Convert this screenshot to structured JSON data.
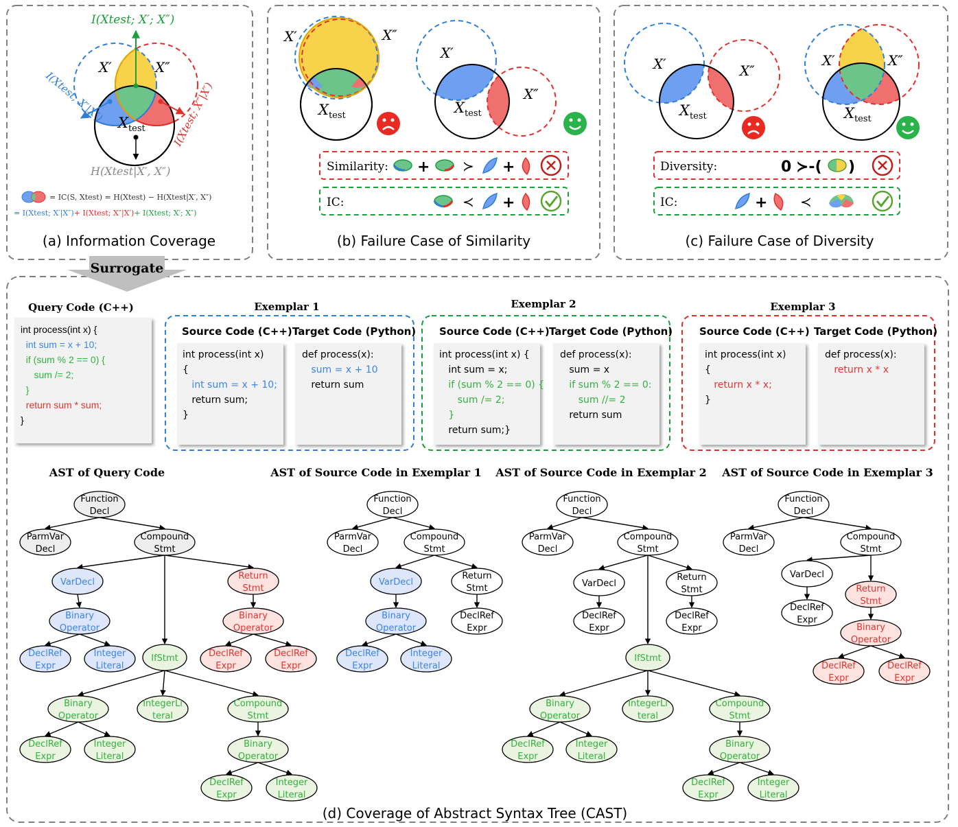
{
  "colors": {
    "blue": "#2e7fd8",
    "blue_fill": "#6f9ff0",
    "green": "#1a9f3a",
    "green_fill": "#6cc48a",
    "red": "#e0302c",
    "red_fill": "#f07070",
    "yellow_fill": "#f8d24a",
    "gray": "#9a9a9a",
    "frame": "#808080",
    "node_blue": "#dde6fb",
    "node_red": "#fde3e0",
    "node_green": "#eaf4e0",
    "node_gray": "#eeeeee",
    "text_blue": "#3a85e8",
    "text_red": "#e33530",
    "text_green": "#33b13e"
  },
  "panel_a": {
    "caption": "(a) Information Coverage",
    "label_xprime": "X′",
    "label_xdprime": "X″",
    "label_xtest": "X",
    "label_xtest_sub": "test",
    "label_i_common": "I(Xtest; X′; X″)",
    "label_i_blue": "I(Xtest; X′|X″)",
    "label_i_red": "I(Xtest; X″|X′)",
    "label_h": "H(Xtest|X′, X″)",
    "eq_line1": "= IC(S, Xtest) = H(Xtest) − H(Xtest|X′, X″)",
    "eq_line2_blue": "= I(Xtest; X′|X″)",
    "eq_line2_red": "+ I(Xtest; X″|X′)",
    "eq_line2_green": "+ I(Xtest; X′; X″)"
  },
  "panel_b": {
    "caption": "(b) Failure Case of Similarity",
    "label_xprime": "X′",
    "label_xdprime": "X″",
    "label_xtest": "X",
    "label_xtest_sub": "test",
    "similarity_label": "Similarity:",
    "ic_label": "IC:",
    "plus": "+",
    "succ": "≻",
    "prec": "≺"
  },
  "panel_c": {
    "caption": "(c) Failure Case of Diversity",
    "label_xprime": "X′",
    "label_xdprime": "X″",
    "label_xtest": "X",
    "label_xtest_sub": "test",
    "diversity_label": "Diversity:",
    "ic_label": "IC:",
    "zero": "0",
    "succ_minus": "≻-(",
    "close_paren": ")",
    "plus": "+",
    "prec": "≺"
  },
  "surrogate_label": "Surrogate",
  "panel_d": {
    "caption": "(d) Coverage of Abstract Syntax Tree  (CAST)",
    "query_title": "Query Code (C++)",
    "query_code": [
      "int process(int x) {",
      "  int sum = x + 10;",
      "  if (sum % 2 == 0) {",
      "     sum /= 2;",
      "  }",
      "  return sum * sum;",
      "}"
    ],
    "exemplars": [
      {
        "title": "Exemplar 1",
        "src_title": "Source Code (C++)",
        "tgt_title": "Target Code (Python)",
        "src_code": [
          "int process(int x)",
          "{",
          "   int sum = x + 10;",
          "   return sum;",
          "}"
        ],
        "tgt_code": [
          "def process(x):",
          "   sum = x + 10",
          "   return sum"
        ]
      },
      {
        "title": "Exemplar 2",
        "src_title": "Source Code (C++)",
        "tgt_title": "Target Code (Python)",
        "src_code": [
          "int process(int x) {",
          "   int sum = x;",
          "   if (sum % 2 == 0) {",
          "      sum /= 2;",
          "   }",
          "   return sum;}"
        ],
        "tgt_code": [
          "def process(x):",
          "   sum = x",
          "   if sum % 2 == 0:",
          "      sum //= 2",
          "   return sum"
        ]
      },
      {
        "title": "Exemplar 3",
        "src_title": "Source Code (C++)",
        "tgt_title": "Target Code (Python)",
        "src_code": [
          "int process(int x)",
          "{",
          "   return x * x;",
          "}"
        ],
        "tgt_code": [
          "def process(x):",
          "   return x * x"
        ]
      }
    ],
    "ast_titles": [
      "AST of Query Code",
      "AST of Source Code in Exemplar 1",
      "AST of Source Code in Exemplar 2",
      "AST of Source Code in Exemplar 3"
    ],
    "node_labels": {
      "function_decl": [
        "Function",
        "Decl"
      ],
      "parmvar_decl": [
        "ParmVar",
        "Decl"
      ],
      "compound_stmt": [
        "Compound",
        "Stmt"
      ],
      "var_decl": [
        "VarDecl"
      ],
      "return_stmt": [
        "Return",
        "Stmt"
      ],
      "binary_operator": [
        "Binary",
        "Operator"
      ],
      "declref_expr": [
        "DeclRef",
        "Expr"
      ],
      "integer_literal": [
        "Integer",
        "Literal"
      ],
      "if_stmt": [
        "IfStmt"
      ],
      "integer_literal_split": [
        "IntegerLi",
        "teral"
      ]
    }
  }
}
